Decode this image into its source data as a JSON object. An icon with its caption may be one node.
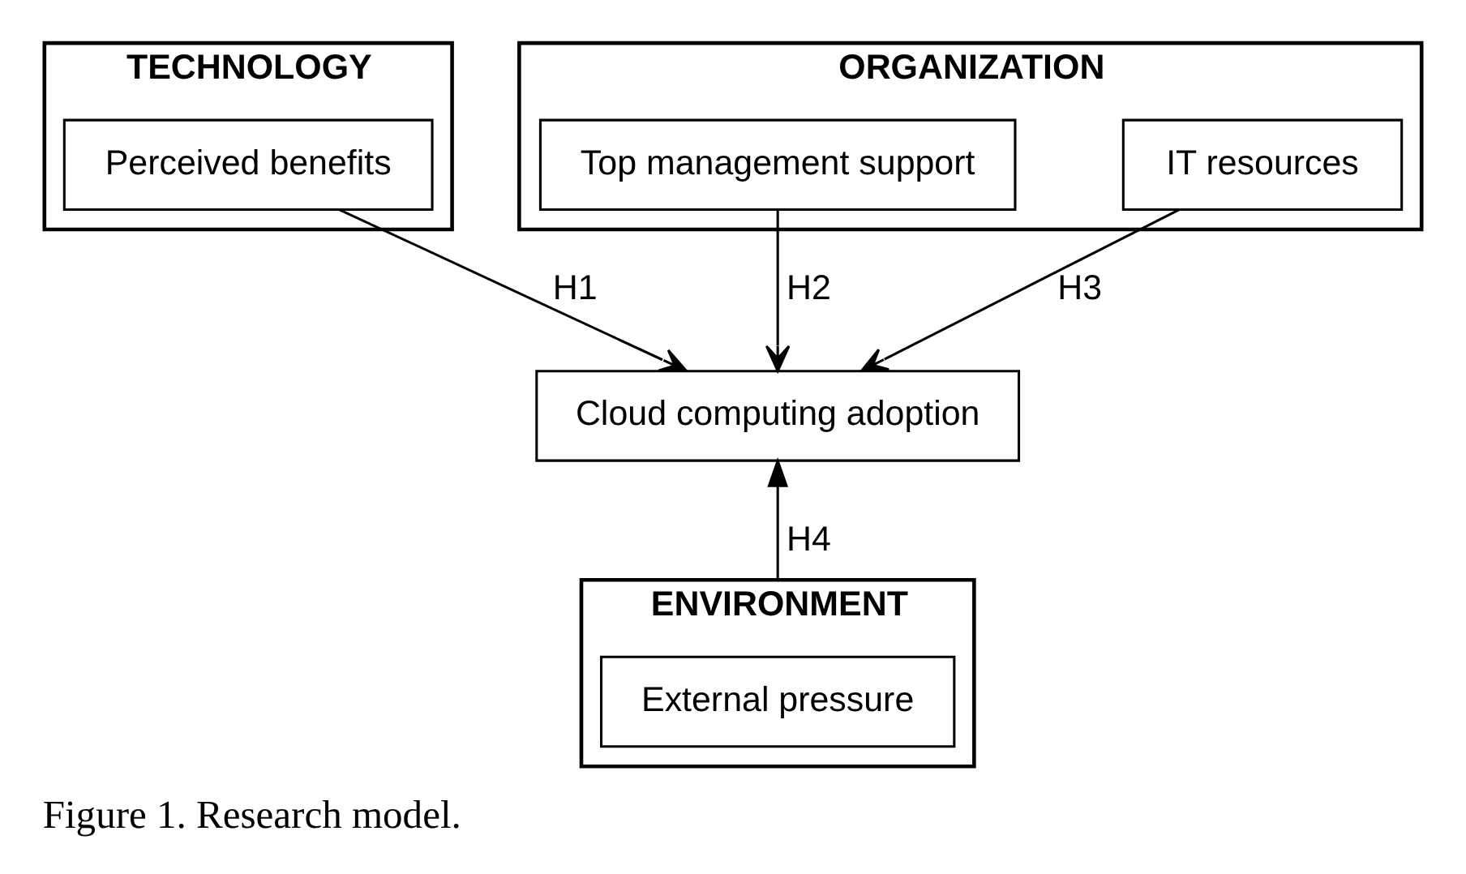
{
  "diagram": {
    "caption": "Figure 1. Research model.",
    "nodes": [
      {
        "text": [
          "TECHNOLOGY"
        ]
      },
      {
        "text": [
          "Perceived benefits"
        ],
        "in": 0
      },
      {
        "text": [
          "ORGANIZATION"
        ]
      },
      {
        "text": [
          "Top management support"
        ],
        "in": 2
      },
      {
        "text": [
          "IT resources"
        ],
        "in": 2
      },
      {
        "text": [
          "Cloud computing adoption"
        ]
      },
      {
        "text": [
          "ENVIRONMENT"
        ]
      },
      {
        "text": [
          "External pressure"
        ],
        "in": 6
      }
    ],
    "edges": [
      {
        "from": 1,
        "to": 5,
        "arrow": "to",
        "label": "H1"
      },
      {
        "from": 3,
        "to": 5,
        "arrow": "to",
        "label": "H2"
      },
      {
        "from": 4,
        "to": 5,
        "arrow": "to",
        "label": "H3"
      },
      {
        "from": 7,
        "to": 5,
        "arrow": "to",
        "label": "H4"
      }
    ]
  }
}
